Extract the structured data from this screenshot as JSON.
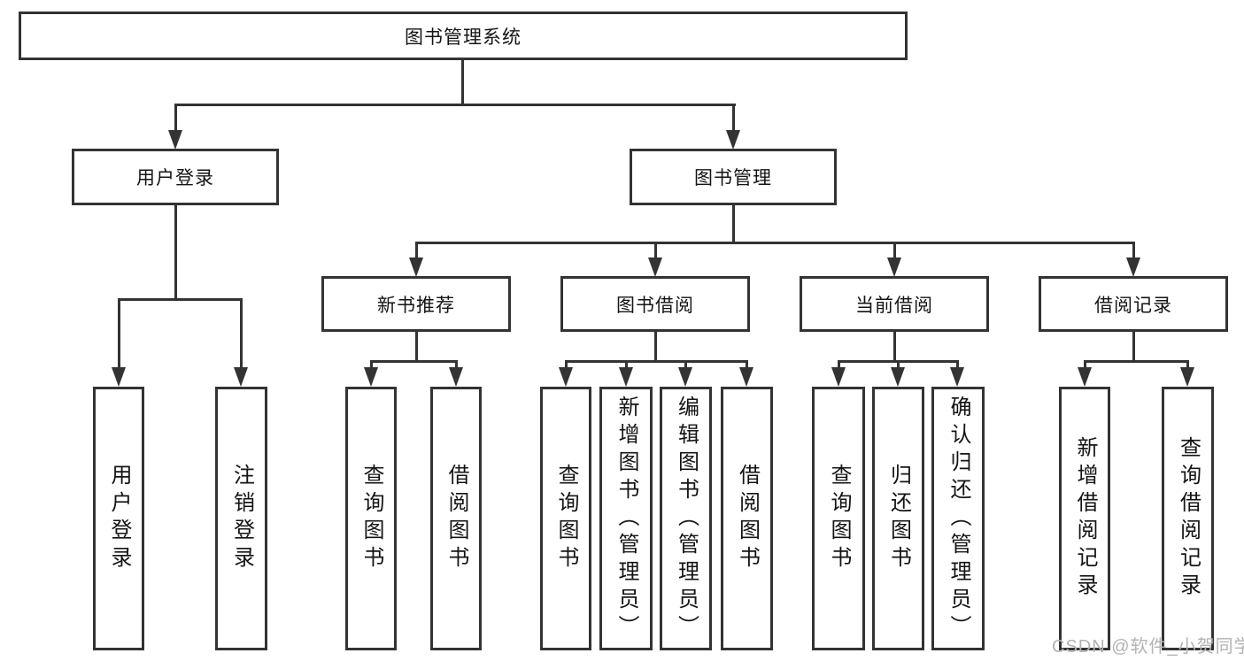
{
  "diagram": {
    "root": {
      "label": "图书管理系统"
    },
    "level2": [
      {
        "label": "用户登录",
        "children": [
          {
            "label": "用户登录"
          },
          {
            "label": "注销登录"
          }
        ]
      },
      {
        "label": "图书管理",
        "children": [
          {
            "label": "新书推荐",
            "children": [
              {
                "label": "查询图书"
              },
              {
                "label": "借阅图书"
              }
            ]
          },
          {
            "label": "图书借阅",
            "children": [
              {
                "label": "查询图书"
              },
              {
                "label": "新增图书（管理员）"
              },
              {
                "label": "编辑图书（管理员）"
              },
              {
                "label": "借阅图书"
              }
            ]
          },
          {
            "label": "当前借阅",
            "children": [
              {
                "label": "查询图书"
              },
              {
                "label": "归还图书"
              },
              {
                "label": "确认归还（管理员）"
              }
            ]
          },
          {
            "label": "借阅记录",
            "children": [
              {
                "label": "新增借阅记录"
              },
              {
                "label": "查询借阅记录"
              }
            ]
          }
        ]
      }
    ]
  },
  "watermark": {
    "text": "CSDN @软件_小贺同学"
  },
  "colors": {
    "line": "#333333",
    "box_border": "#333333",
    "box_background": "#ffffff",
    "text": "#141414",
    "watermark": "#b3b3b3",
    "page_background": "#ffffff"
  }
}
